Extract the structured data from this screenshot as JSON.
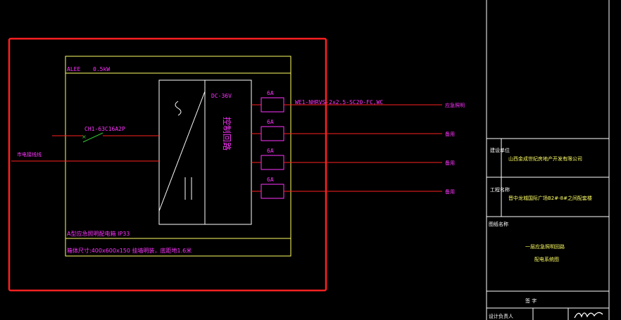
{
  "colors": {
    "background": "#000000",
    "frame": "#ffffff",
    "selection": "#ff2020",
    "panel": "#ffff66",
    "wire": "#ff2020",
    "text": "#ff33ff",
    "breaker": "#33cc33",
    "white": "#ffffff"
  },
  "panel": {
    "name": "ALEE",
    "power": "0.5kW",
    "dc_label": "DC-36V",
    "unit_label": "控制回路",
    "model_line": "A型应急照明配电箱   IP33",
    "size_line": "箱体尺寸:400x600x150  挂墙明装，底距地1.6米"
  },
  "incoming": {
    "label": "市电接线线",
    "breaker_label": "CH1-63C16A2P"
  },
  "branch_cable": "WE1-NHRVS-2x2.5-SC20-FC,WC",
  "outputs": [
    {
      "fuse": "6A",
      "load": "应急照明"
    },
    {
      "fuse": "6A",
      "load": "备用"
    },
    {
      "fuse": "6A",
      "load": "备用"
    },
    {
      "fuse": "6A",
      "load": "备用"
    }
  ],
  "title_block": {
    "unit_caption": "建设单位",
    "unit_name": "山西金成世纪房地产开发有限公司",
    "project_caption": "工程名称",
    "project_name": "晋中龙城国际广场B2#-8#之间配套楼",
    "drawing_caption": "图纸名称",
    "drawing_line1": "一层应急照明回路",
    "drawing_line2": "配电系统图",
    "sign_row": "签           字",
    "bottom_row": "设计负责人"
  }
}
